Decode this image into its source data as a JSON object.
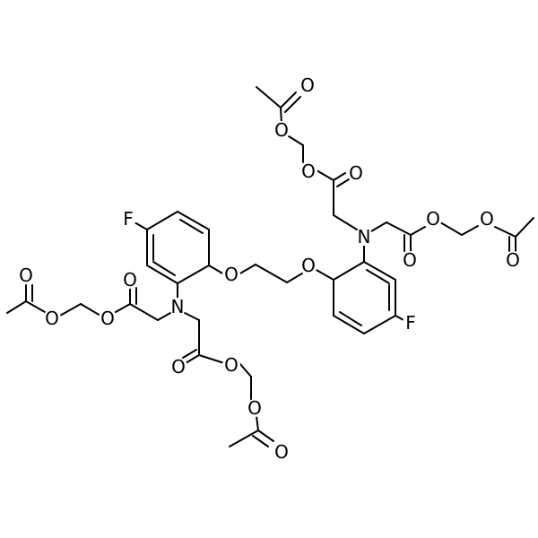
{
  "molecule": {
    "atoms": [
      {
        "id": "f1",
        "label": "F"
      },
      {
        "id": "f2",
        "label": "F"
      },
      {
        "id": "o_eth_left",
        "label": "O"
      },
      {
        "id": "o_eth_right",
        "label": "O"
      },
      {
        "id": "n_left",
        "label": "N"
      },
      {
        "id": "n_right",
        "label": "N"
      },
      {
        "id": "o_ll_ester_carbonyl",
        "label": "O"
      },
      {
        "id": "o_ll_ester_link",
        "label": "O"
      },
      {
        "id": "o_ll_acetyl_link",
        "label": "O"
      },
      {
        "id": "o_ll_acetyl_carbonyl",
        "label": "O"
      },
      {
        "id": "o_lb_ester_carbonyl",
        "label": "O"
      },
      {
        "id": "o_lb_ester_link",
        "label": "O"
      },
      {
        "id": "o_lb_acetyl_link",
        "label": "O"
      },
      {
        "id": "o_lb_acetyl_carbonyl",
        "label": "O"
      },
      {
        "id": "o_rt_ester_carbonyl",
        "label": "O"
      },
      {
        "id": "o_rt_ester_link",
        "label": "O"
      },
      {
        "id": "o_rt_acetyl_link",
        "label": "O"
      },
      {
        "id": "o_rt_acetyl_carbonyl",
        "label": "O"
      },
      {
        "id": "o_rr_ester_carbonyl",
        "label": "O"
      },
      {
        "id": "o_rr_ester_link",
        "label": "O"
      },
      {
        "id": "o_rr_acetyl_link",
        "label": "O"
      },
      {
        "id": "o_rr_acetyl_carbonyl",
        "label": "O"
      }
    ]
  }
}
